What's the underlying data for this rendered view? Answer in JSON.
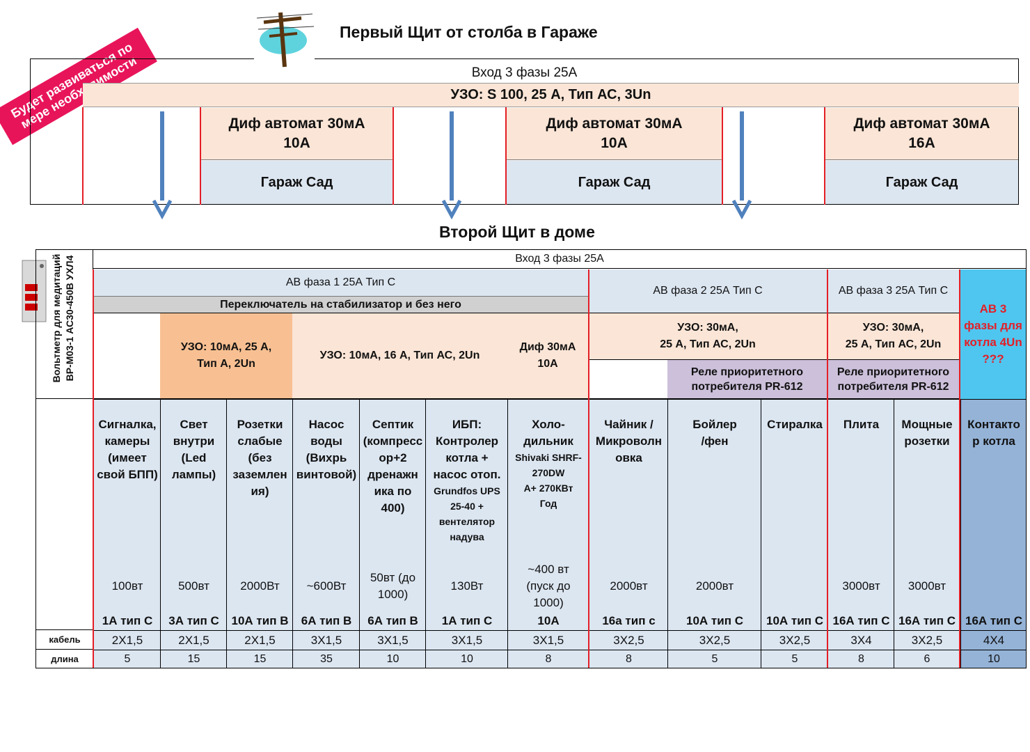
{
  "garage": {
    "title": "Первый Щит от столба в Гараже",
    "input": "Вход 3 фазы 25А",
    "rcd": "УЗО: S  100,  25 А, Тип АС, 3Un",
    "breakers": [
      {
        "label": "Диф автомат 30мА\n10А",
        "load": "Гараж Сад"
      },
      {
        "label": "Диф автомат 30мА\n10А",
        "load": "Гараж Сад"
      },
      {
        "label": "Диф автомат 30мА\n16А",
        "load": "Гараж Сад"
      }
    ]
  },
  "banner": "Будет развиваться по\nмере необходимости",
  "house": {
    "title": "Второй Щит в доме",
    "voltmeter": "Вольтметр для медитаций\nВР-М03-1 АС30-450В УХЛ4",
    "input": "Вход 3 фазы 25А",
    "phase1": "АВ фаза 1  25А Тип С",
    "switch": "Переключатель на стабилизатор и без него",
    "phase2": "АВ фаза 2  25А Тип С",
    "phase3": "АВ фаза 3  25А Тип С",
    "phase_boiler": "АВ 3\nфазы для\nкотла 4Un\n???",
    "rcd1": "УЗО: 10мА,  25 А,\nТип А, 2Un",
    "rcd2": "УЗО: 10мА,  16 А, Тип АС, 2Un",
    "dif": "Диф 30мА\n10А",
    "rcd3": "УЗО: 30мА,\n25 А, Тип АС, 2Un",
    "rcd4": "УЗО: 30мА,\n25 А, Тип АС, 2Un",
    "relay1": "Реле приоритетного\nпотребителя PR-612",
    "relay2": "Реле приоритетного\nпотребителя PR-612",
    "row_labels": {
      "cable": "кабель",
      "length": "длина"
    },
    "circuits": [
      {
        "name": "Сигналка,\nкамеры\n(имеет\nсвой БПП)",
        "power": "100вт",
        "breaker": "1А тип С",
        "cable": "2Х1,5",
        "length": "5"
      },
      {
        "name": "Свет\nвнутри\n(Led\nлампы)",
        "power": "500вт",
        "breaker": "3А тип С",
        "cable": "2Х1,5",
        "length": "15"
      },
      {
        "name": "Розетки\nслабые\n(без\nзаземлен\nия)",
        "power": "2000Вт",
        "breaker": "10А тип В",
        "cable": "2Х1,5",
        "length": "15"
      },
      {
        "name": "Насос\nводы\n(Вихрь\nвинтовой)",
        "power": "~600Вт",
        "breaker": "6А тип В",
        "cable": "3Х1,5",
        "length": "35"
      },
      {
        "name": "Септик\n(компресс\nор+2\nдренажн\nика по\n400)",
        "power": "50вт (до\n1000)",
        "breaker": "6А тип В",
        "cable": "3Х1,5",
        "length": "10"
      },
      {
        "name": "ИБП:\nКонтролер\nкотла +\nнасос отоп.",
        "name_small": "Grundfos UPS\n25-40 +\nвентелятор\nнадува",
        "power": "130Вт",
        "breaker": "1А тип С",
        "cable": "3Х1,5",
        "length": "10"
      },
      {
        "name": "Холо-\nдильник",
        "name_small": "Shivaki SHRF-\n270DW\nА+  270КВт\nГод",
        "power": "~400 вт\n(пуск до\n1000)",
        "breaker": "10А",
        "cable": "3Х1,5",
        "length": "8"
      },
      {
        "name": "Чайник /\nМикроволн\nовка",
        "power": "2000вт",
        "breaker": "16а тип с",
        "cable": "3Х2,5",
        "length": "8"
      },
      {
        "name": "Бойлер\n/фен",
        "power": "2000вт",
        "breaker": "10А тип С",
        "cable": "3Х2,5",
        "length": "5"
      },
      {
        "name": "Стиралка",
        "power": "",
        "breaker": "10А тип С",
        "cable": "3Х2,5",
        "length": "5"
      },
      {
        "name": "Плита",
        "power": "3000вт",
        "breaker": "16А тип С",
        "cable": "3Х4",
        "length": "8"
      },
      {
        "name": "Мощные\nрозетки",
        "power": "3000вт",
        "breaker": "16А тип С",
        "cable": "3Х2,5",
        "length": "6"
      },
      {
        "name": "Контакто\nр котла",
        "power": "",
        "breaker": "16А тип С",
        "cable": "4Х4",
        "length": "10"
      }
    ]
  },
  "colors": {
    "accent_red": "#e41e26",
    "arrow_blue": "#4f81bd",
    "banner_pink": "#e8145a"
  }
}
